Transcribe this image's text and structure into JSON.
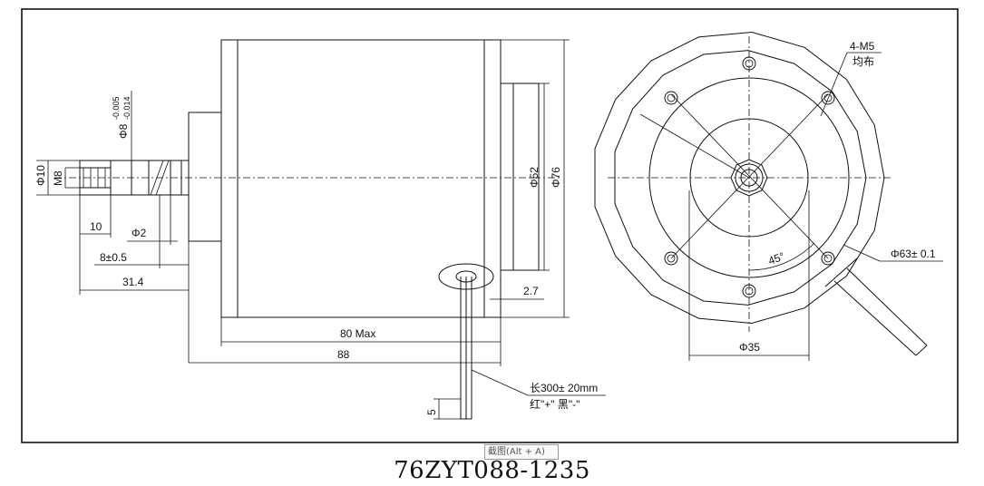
{
  "drawing": {
    "model": "76ZYT088-1235",
    "tooltip": "截图(Alt + A)",
    "labels": {
      "dia10": "Φ10",
      "m8": "M8",
      "dia8": "Φ8",
      "tol_upper": "-0.005",
      "tol_lower": "-0.014",
      "d10": "10",
      "dia2": "Φ2",
      "d8": "8±0.5",
      "d314": "31.4",
      "d80": "80 Max",
      "d88": "88",
      "d27": "2.7",
      "dia52": "Φ52",
      "dia76": "Φ76",
      "d5": "5",
      "lead_len": "长300± 20mm",
      "lead_color": "红\"+\" 黑\"-\"",
      "holes": "4-M5",
      "holes_note": "均布",
      "angle": "45°",
      "dia63": "Φ63± 0.1",
      "dia35": "Φ35"
    }
  }
}
